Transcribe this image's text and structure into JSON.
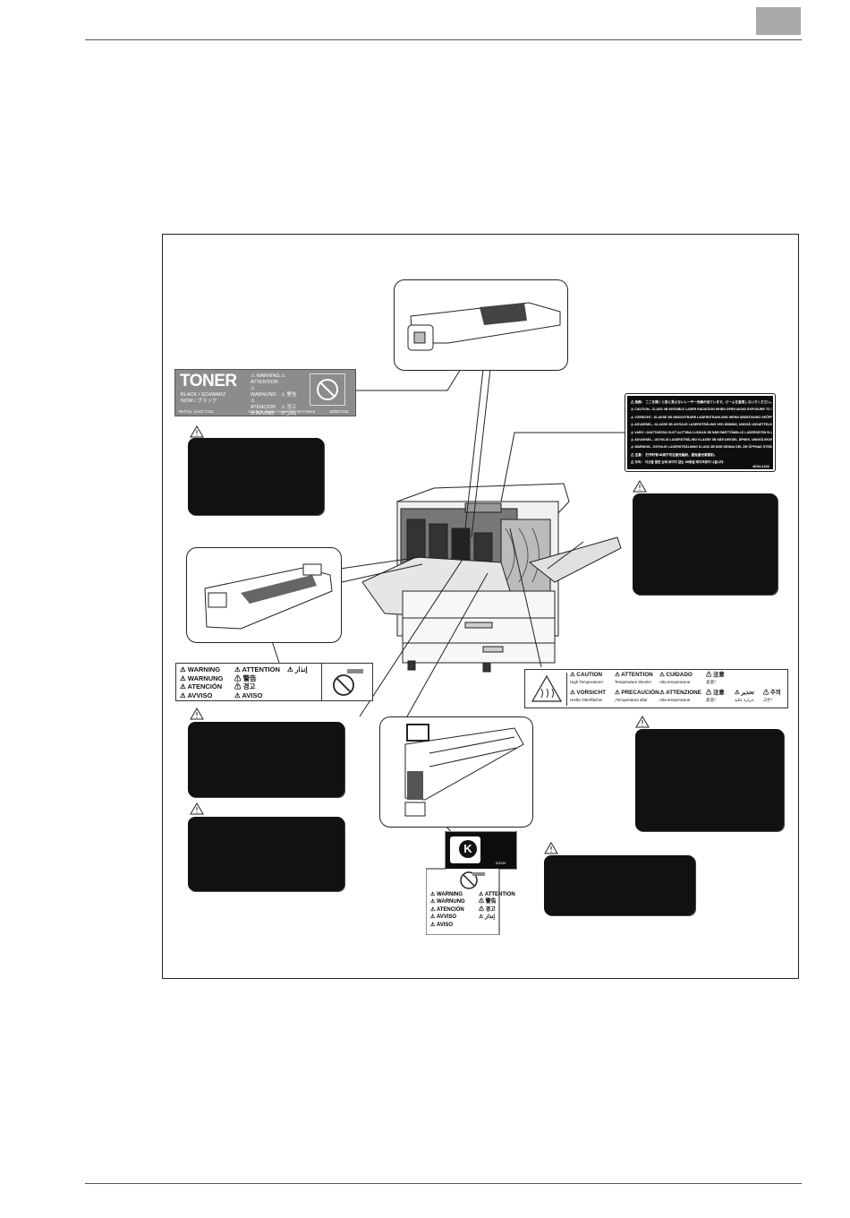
{
  "page": {
    "accent_tab_color": "#a9a9a9"
  },
  "toner_label": {
    "title": "TONER",
    "color_name": "BLACK / SCHWARZ",
    "color_name2": "NOIR / ブラック",
    "warnings": [
      "⚠ WARNING",
      "⚠ ATTENTION",
      "⚠ WARNUNG",
      "⚠ 警告",
      "⚠ ATENCIÓN",
      "⚠ 경고",
      "⚠ AVVISO",
      "⚠ إنذار",
      "⚠ AVISO"
    ],
    "footer_left": "Ref No. 4A4Z-7101",
    "footer_mid": "Made in Japan / Assemblé en France",
    "footer_right": "SDB07235"
  },
  "waste_label": {
    "rows": [
      [
        "⚠ WARNING",
        "⚠ ATTENTION",
        "⚠ إنذار"
      ],
      [
        "⚠ WARNUNG",
        "⚠ 警告",
        ""
      ],
      [
        "⚠ ATENCIÓN",
        "⚠ 경고",
        ""
      ],
      [
        "⚠ AVVISO",
        "⚠ AVISO",
        ""
      ]
    ]
  },
  "laser_label": {
    "lines": [
      "⚠ 危険： ここを開くと目に見えないレーザー光線が出ています。ビームを直視しないでください。",
      "⚠ CAUTION– CLASS 3B INVISIBLE LASER RADIATION WHEN OPEN AVOID EXPOSURE TO THE BEAM.",
      "⚠ VORSICHT– KLASSE 3B UNSICHTBARE LASERSTRAHLUNG WENN ABDECKUNG GEÖFFNET NICHT DEM STRAHL AUSSETZEN",
      "⚠ ADVARSEL– KLASSE 3B USYNLIG LASERSTRÅLING VED ÅBNING, UNDGÅ UDSÆTTELSE FOR STRÅLING.",
      "⚠ VARO ! AVATTAESSA OLET ALTTIINA LUOKAN 3B NÄKYMÄTTÖMÄLLE LASERSÄTEILYLLE. ÄLÄ KATSO SÄTEESEEN.",
      "⚠ ADVARSEL– USYNLIG LASERSTRÅLING KLASSE 3B NÅR DEKSEL ÅPNES. UNNGÅ EKSPONERING FOR STRÅLEN.",
      "⚠ WARNING– OSYNLIG LASERSTRÅLNING KLASS 3B NÄR DENNA DEL ÄR ÖPPNAD STRÅLEN ÄR FARLIG",
      "⚠ 注意： 打开时有3B类不可见激光辐射，避免激光束照射。",
      "⚠ 주의： 이곳을 열면 눈에 보이지 않는 3B등급 레이저광이 나옵니다."
    ],
    "code": "4034-1411"
  },
  "heat_label": {
    "rows": [
      [
        {
          "t": "⚠ CAUTION",
          "s": "High Temperature!"
        },
        {
          "t": "⚠ ATTENTION",
          "s": "Température élevée!"
        },
        {
          "t": "⚠ CUIDADO",
          "s": "Alta temperatura!"
        },
        {
          "t": "⚠ 注意",
          "s": "高温！"
        }
      ],
      [
        {
          "t": "⚠ VORSICHT",
          "s": "Heiße Oberfläche!"
        },
        {
          "t": "⚠ PRECAUCIÓN",
          "s": "¡Temperatura alta!"
        },
        {
          "t": "⚠ ATTENZIONE",
          "s": "Alta temperatura!"
        },
        {
          "t": "⚠ 注意",
          "s": "高温！"
        }
      ],
      [
        {
          "t": "⚠ تحذير",
          "s": "حرارة عالية"
        },
        {
          "t": "⚠ 주의",
          "s": "고온！"
        }
      ]
    ]
  },
  "drum_label": {
    "letter": "K",
    "small_text": "IU313K",
    "warnings": [
      "⚠ WARNING",
      "⚠ ATTENTION",
      "⚠ WARNUNG",
      "⚠ 警告",
      "⚠ ATENCIÓN",
      "⚠ 경고",
      "⚠ AVVISO",
      "⚠ إنذار",
      "⚠ AVISO"
    ]
  }
}
